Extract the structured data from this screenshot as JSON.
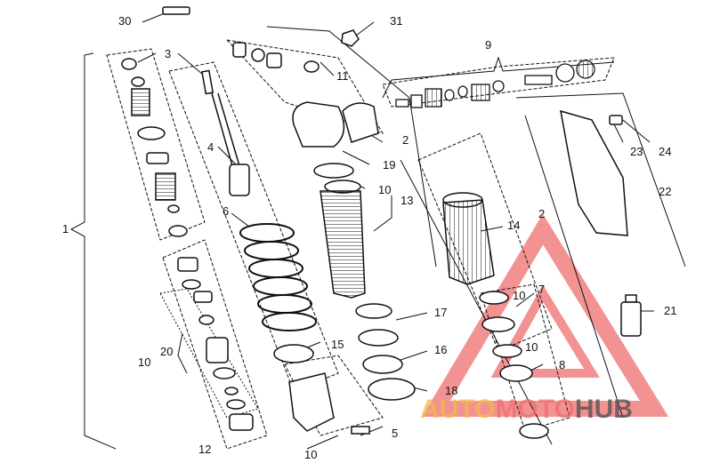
{
  "diagram": {
    "part_labels": [
      "30",
      "31",
      "9",
      "3",
      "11",
      "1",
      "4",
      "2",
      "19",
      "10",
      "13",
      "6",
      "14",
      "2",
      "22",
      "23",
      "24",
      "17",
      "10",
      "7",
      "16",
      "21",
      "15",
      "20",
      "10",
      "10",
      "18",
      "8",
      "5",
      "12",
      "10"
    ]
  },
  "watermark": {
    "part1": "AUTO",
    "part2": "MOTO",
    "part3": "HUB",
    "colors": {
      "auto": "#f2b84a",
      "moto": "#ee6e6e",
      "hub": "#555555",
      "triangle": "#ee6e6e"
    }
  }
}
